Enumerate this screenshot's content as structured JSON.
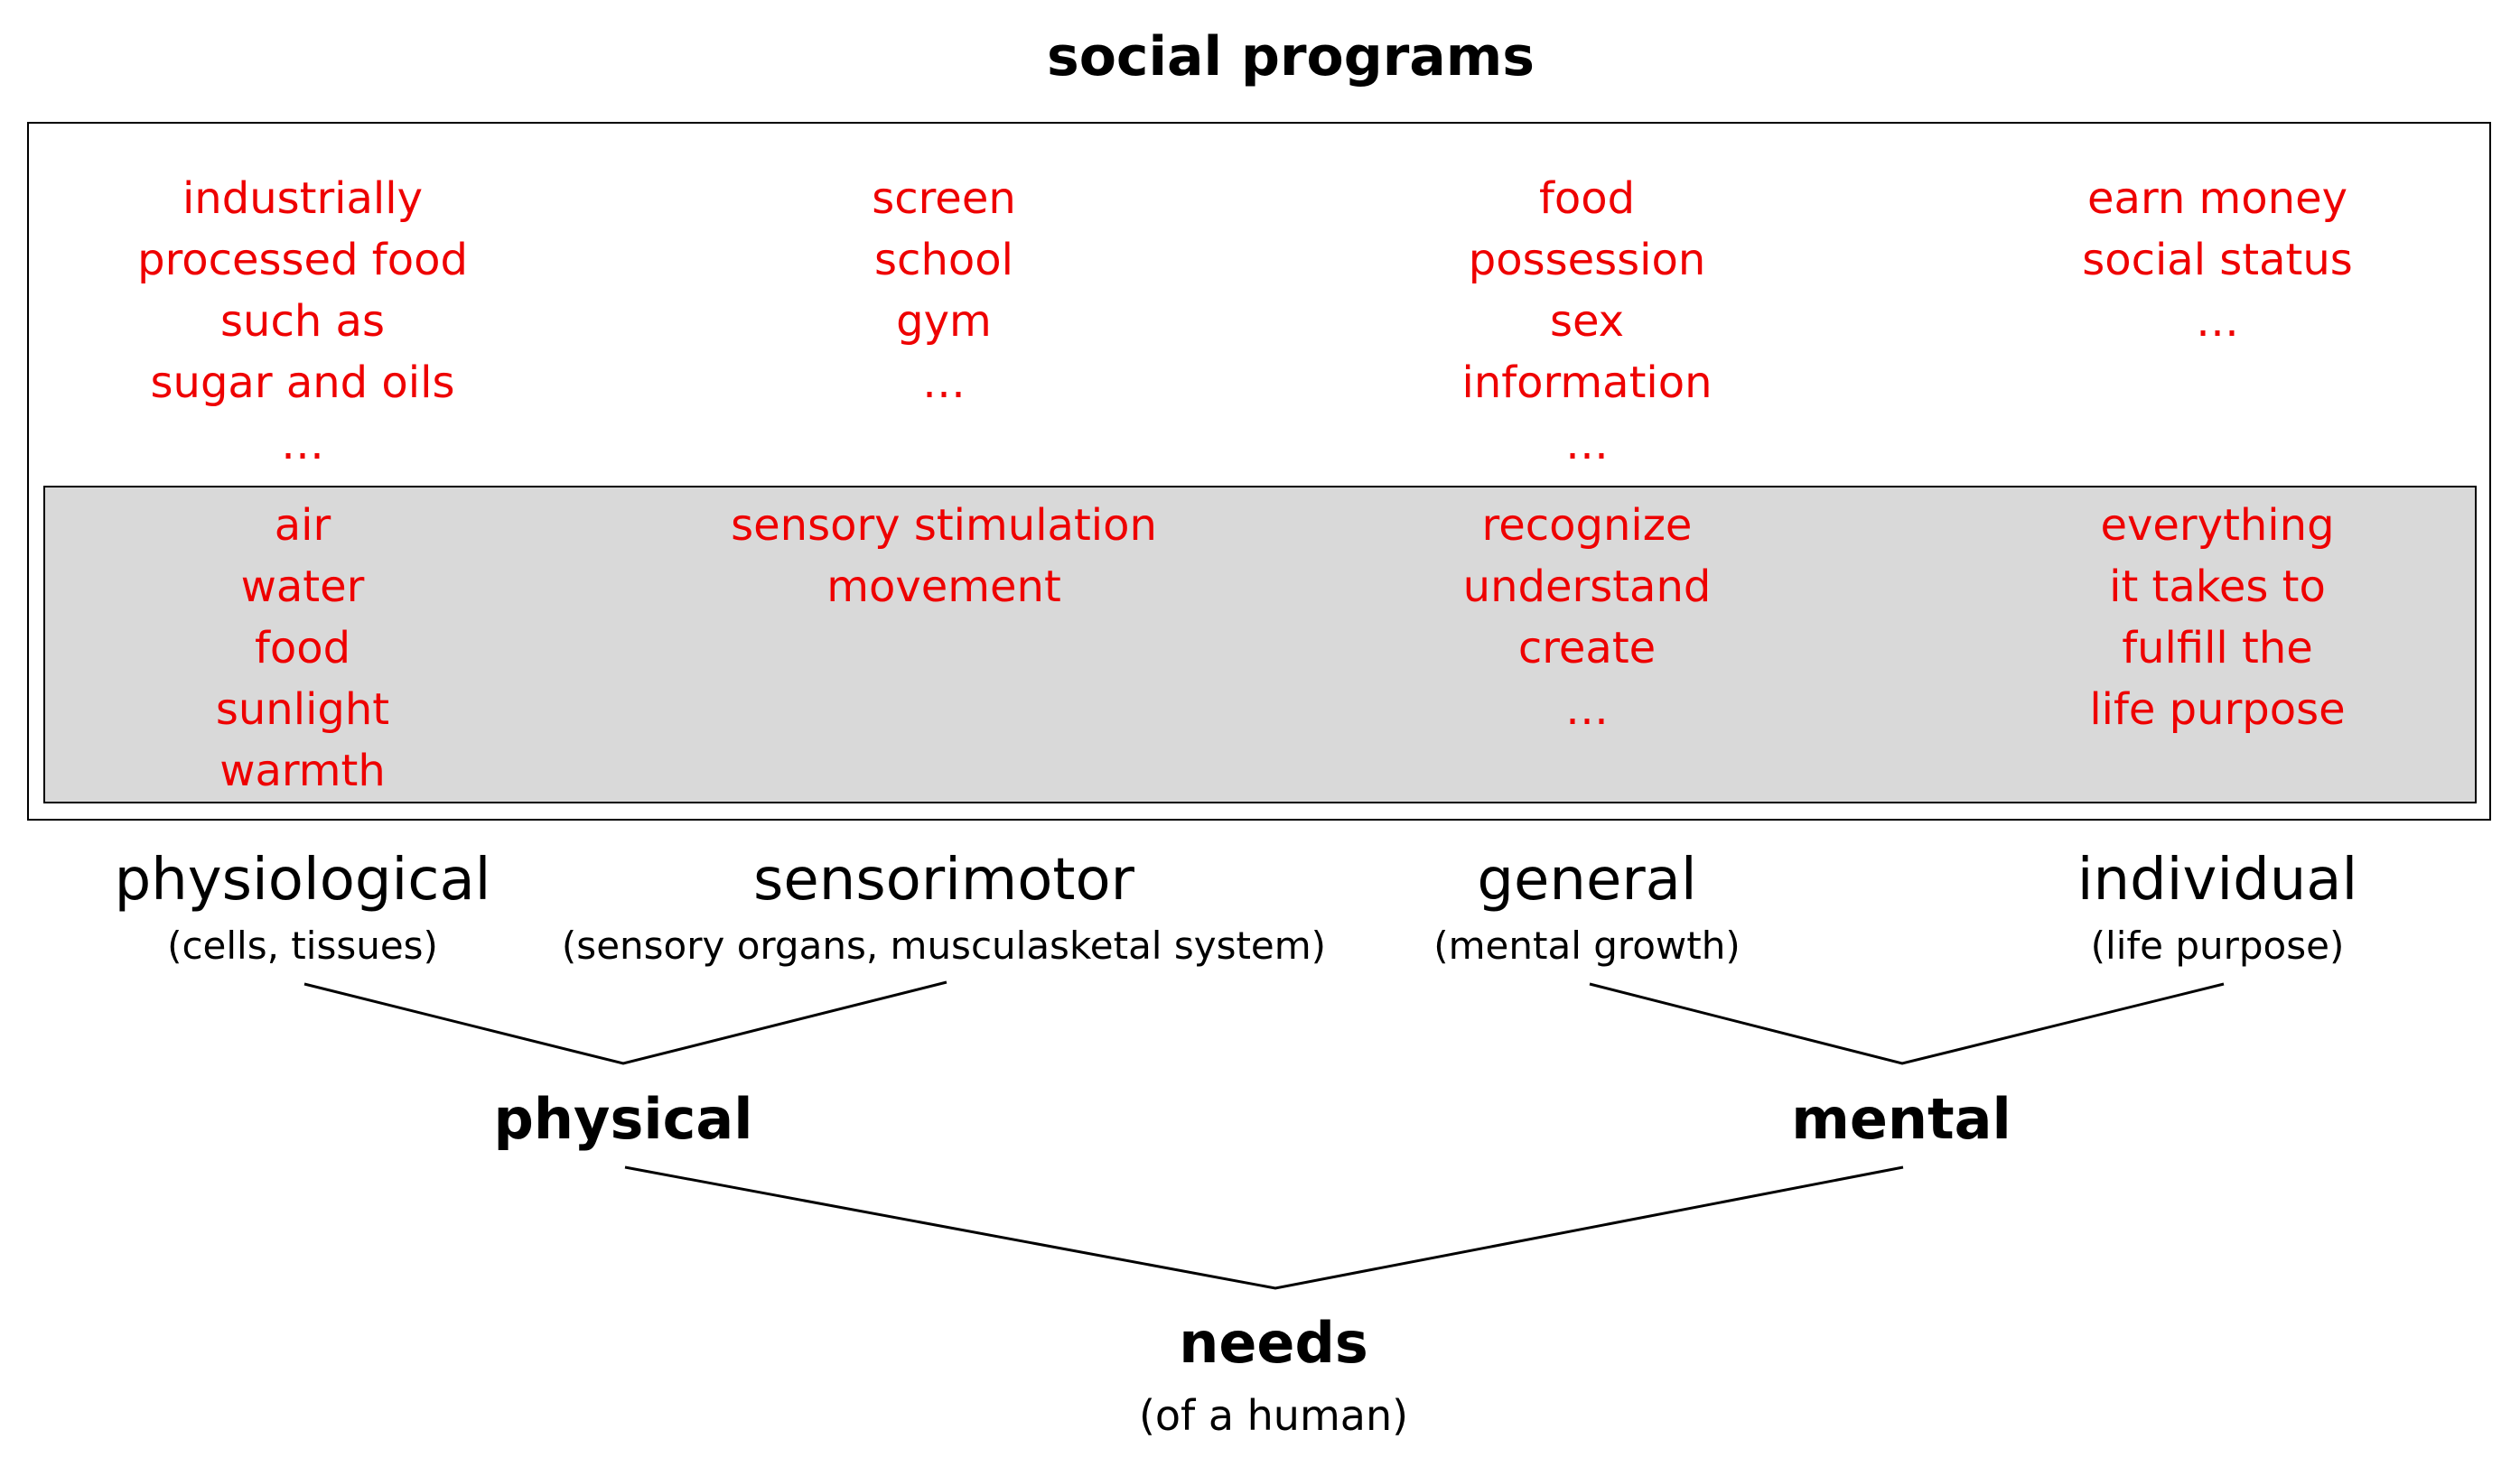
{
  "title": "social programs",
  "programs": {
    "physiological": [
      "industrially",
      "processed food",
      "such as",
      "sugar and oils",
      "…"
    ],
    "sensorimotor": [
      "screen",
      "school",
      "gym",
      "…"
    ],
    "general": [
      "food",
      "possession",
      "sex",
      "information",
      "…"
    ],
    "individual": [
      "earn money",
      "social status",
      "…"
    ]
  },
  "needs_items": {
    "physiological": [
      "air",
      "water",
      "food",
      "sunlight",
      "warmth"
    ],
    "sensorimotor": [
      "sensory stimulation",
      "movement"
    ],
    "general": [
      "recognize",
      "understand",
      "create",
      "…"
    ],
    "individual": [
      "everything",
      "it takes to",
      "fulfill the",
      "life purpose"
    ]
  },
  "categories": {
    "physiological": {
      "label": "physiological",
      "sub": "(cells, tissues)"
    },
    "sensorimotor": {
      "label": "sensorimotor",
      "sub": "(sensory organs, musculasketal system)"
    },
    "general": {
      "label": "general",
      "sub": "(mental growth)"
    },
    "individual": {
      "label": "individual",
      "sub": "(life purpose)"
    }
  },
  "groups": {
    "physical": "physical",
    "mental": "mental"
  },
  "root": {
    "label": "needs",
    "sub": "(of a human)"
  },
  "colors": {
    "item_text": "#ee0000",
    "inner_fill": "#d9d9d9",
    "lines": "#000000"
  }
}
